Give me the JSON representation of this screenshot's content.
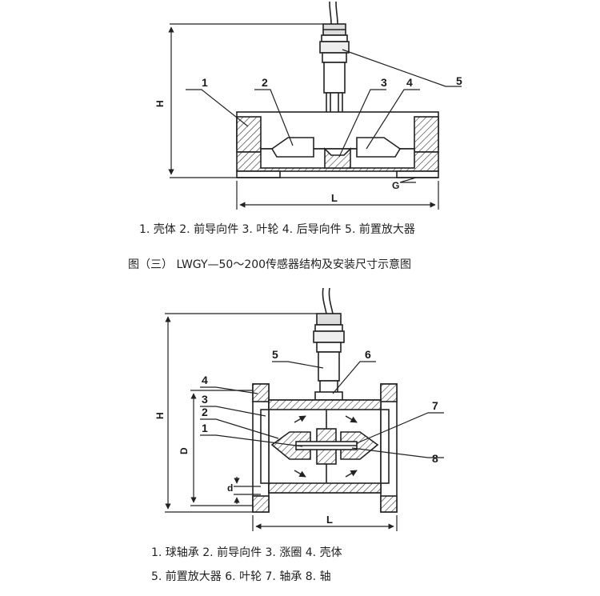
{
  "figure_top": {
    "callouts": [
      "1",
      "2",
      "3",
      "4",
      "5"
    ],
    "dims": {
      "height": "H",
      "length": "L",
      "thread": "G"
    },
    "caption": "1. 壳体  2. 前导向件  3. 叶轮  4. 后导向件  5. 前置放大器"
  },
  "figure_title": "图（三） LWGY—50～200传感器结构及安装尺寸示意图",
  "figure_bottom": {
    "callouts": [
      "4",
      "3",
      "2",
      "1",
      "5",
      "6",
      "7",
      "8"
    ],
    "dims": {
      "height": "H",
      "diameter": "D",
      "bore": "d",
      "length": "L"
    },
    "caption_line1": "1. 球轴承  2. 前导向件  3. 涨圈  4. 壳体",
    "caption_line2": "5. 前置放大器  6. 叶轮  7. 轴承  8. 轴"
  }
}
